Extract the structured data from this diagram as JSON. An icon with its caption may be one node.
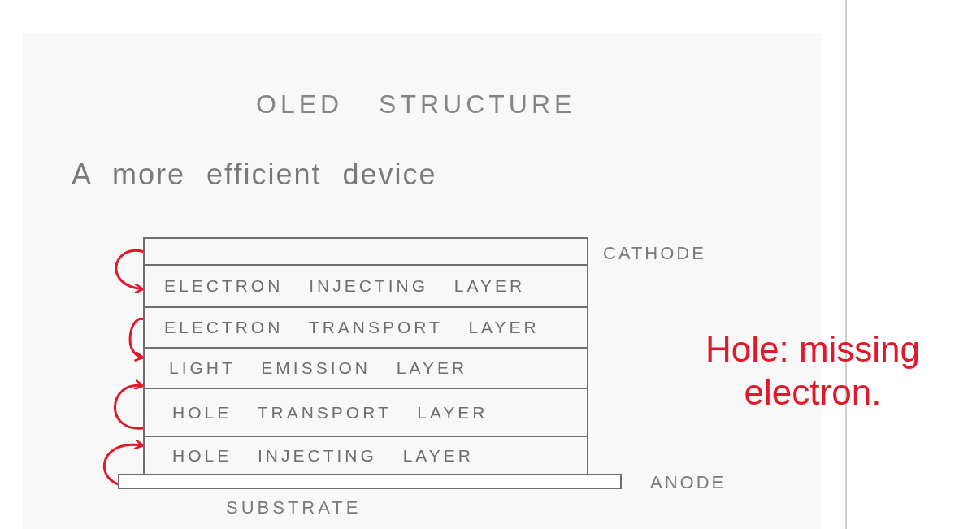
{
  "diagram": {
    "title": "OLED STRUCTURE",
    "nodes": [
      {
        "text": [],
        "shape": "box",
        "beside": [
          "CATHODE"
        ]
      },
      {
        "text": [
          "ELECTRON INJECTING LAYER"
        ]
      },
      {
        "text": [
          "ELECTRON TRANSPORT LAYER"
        ]
      },
      {
        "text": [
          "LIGHT EMISSION LAYER"
        ]
      },
      {
        "text": [
          "HOLE TRANSPORT LAYER"
        ]
      },
      {
        "text": [
          "HOLE INJECTING LAYER"
        ]
      },
      {
        "text": [],
        "shape": "bar",
        "beside": [
          "ANODE"
        ]
      }
    ],
    "edges": [
      {
        "from": 0,
        "to": 1,
        "arrow": "to"
      },
      {
        "from": 2,
        "to": 3,
        "arrow": "to"
      },
      {
        "from": 4,
        "to": 3,
        "arrow": "to"
      },
      {
        "from": 6,
        "to": 5,
        "arrow": "to"
      }
    ],
    "labels": [
      "A more efficient device",
      "SUBSTRATE",
      "Hole: missing electron."
    ]
  }
}
